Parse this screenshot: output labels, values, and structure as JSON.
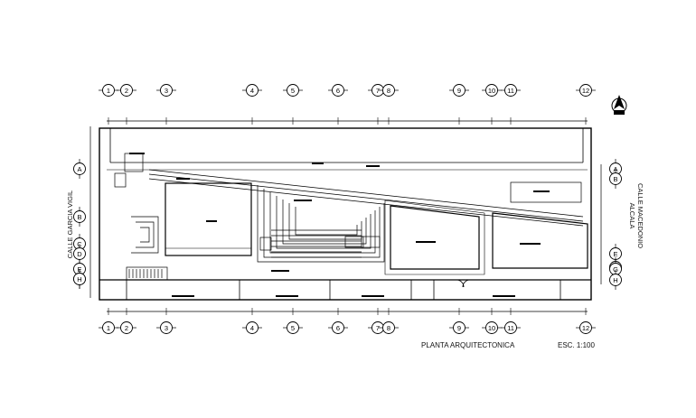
{
  "grid": {
    "columns": [
      "1",
      "2",
      "3",
      "4",
      "5",
      "6",
      "7",
      "8",
      "9",
      "10",
      "11",
      "12"
    ],
    "rows_left": [
      "A",
      "B",
      "C",
      "D",
      "E",
      "G",
      "H"
    ],
    "rows_right": [
      "A",
      "B",
      "E",
      "F",
      "G",
      "H"
    ]
  },
  "streets": {
    "left": "CALLE GARCIA VIGIL",
    "right_line1": "CALLE MACEDONIO",
    "right_line2": "ALCALA"
  },
  "footer": {
    "title": "PLANTA ARQUITECTONICA",
    "scale": "ESC. 1:100"
  },
  "north_icon": "north-arrow-icon"
}
